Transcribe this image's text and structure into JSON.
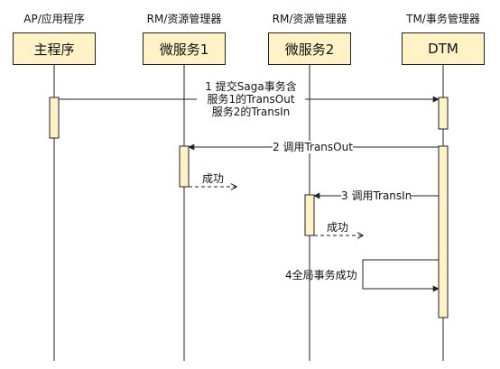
{
  "participants": [
    {
      "role": "AP/应用程序",
      "name": "主程序"
    },
    {
      "role": "RM/资源管理器",
      "name": "微服务1"
    },
    {
      "role": "RM/资源管理器",
      "name": "微服务2"
    },
    {
      "role": "TM/事务管理器",
      "name": "DTM"
    }
  ],
  "messages": {
    "m1": [
      "1 提交Saga事务含",
      "服务1的TransOut",
      "服务2的TransIn"
    ],
    "m2": "2 调用TransOut",
    "m2_reply": "成功",
    "m3": "3 调用TransIn",
    "m3_reply": "成功",
    "m4": "4全局事务成功"
  },
  "colors": {
    "box_fill": "#fff2c6",
    "line": "#222222",
    "background": "#ffffff"
  }
}
